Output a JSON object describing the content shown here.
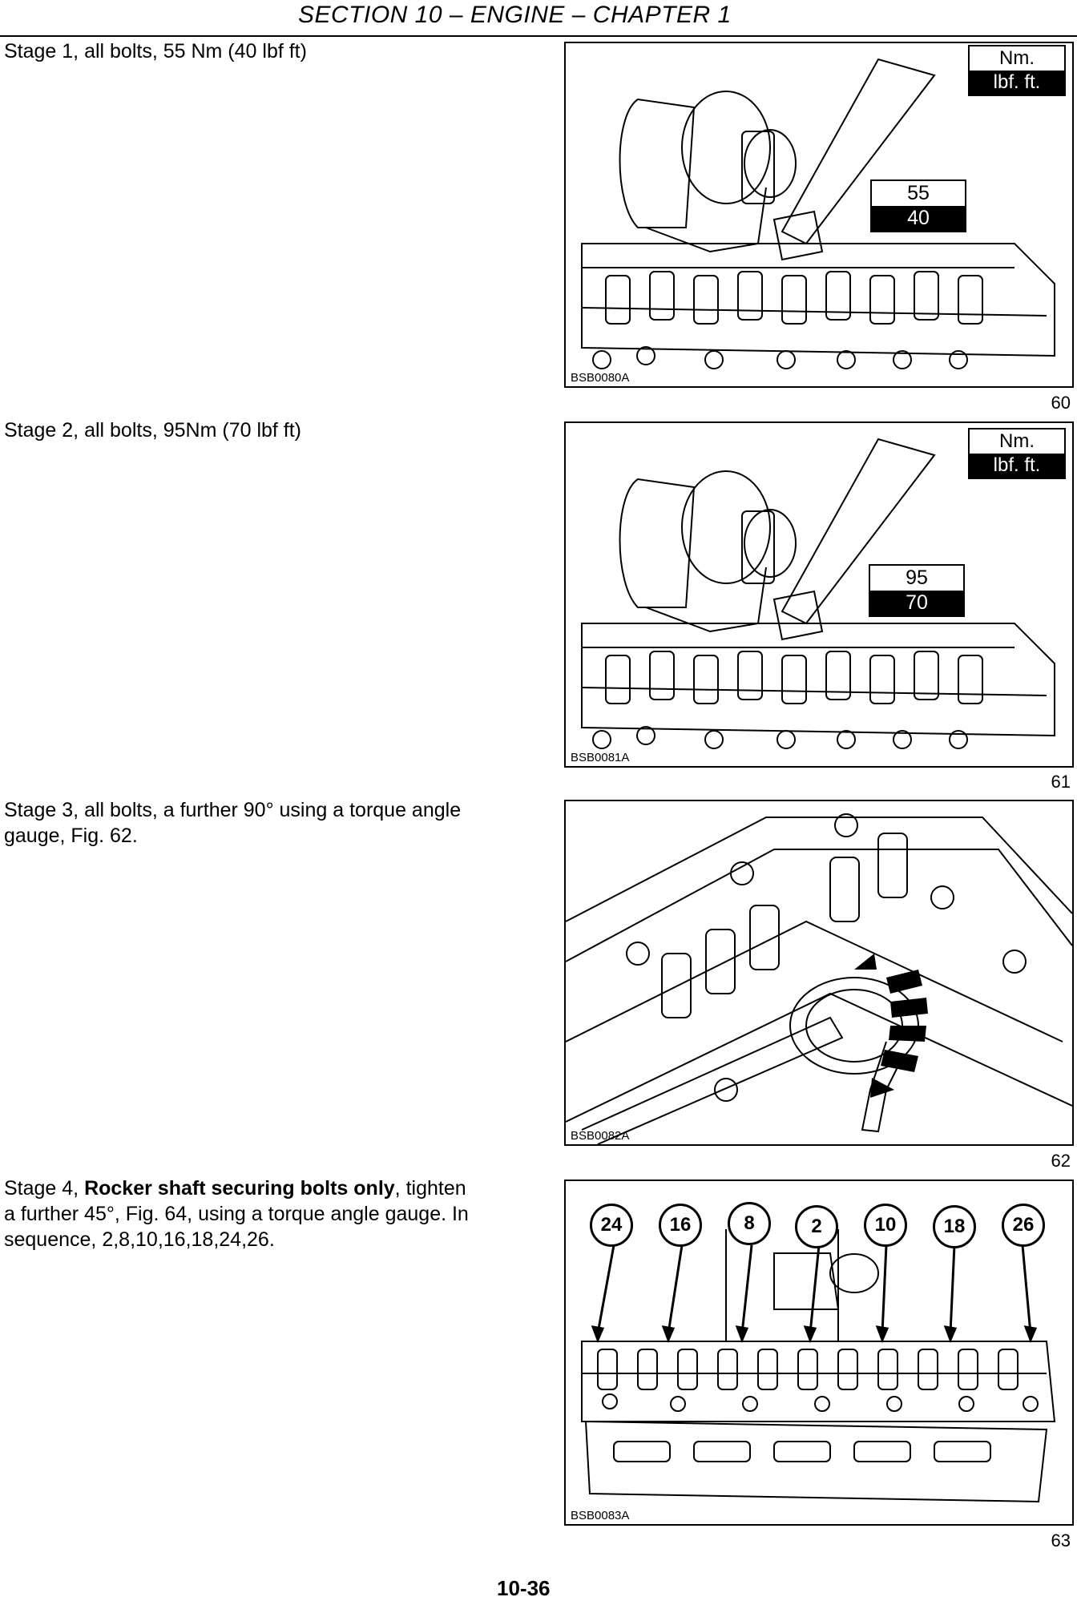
{
  "header": {
    "title": "SECTION 10 – ENGINE  – CHAPTER 1"
  },
  "stages": [
    {
      "text": "Stage 1, all bolts, 55 Nm  (40 lbf ft)"
    },
    {
      "text": "Stage 2, all bolts, 95Nm (70 lbf ft)"
    },
    {
      "text_line1": "Stage 3,  all bolts, a further 90° using a torque angle",
      "text_line2": "gauge, Fig.  62."
    },
    {
      "prefix": "Stage 4, ",
      "bold": "Rocker shaft securing bolts only",
      "suffix": ", tighten",
      "line2": "a further 45°, Fig. 64, using a torque angle gauge. In",
      "line3": "sequence, 2,8,10,16,18,24,26."
    }
  ],
  "figures": [
    {
      "code": "BSB0080A",
      "number": "60",
      "units": {
        "top": "Nm.",
        "bottom": "lbf. ft."
      },
      "torque": {
        "nm": "55",
        "lbf": "40"
      }
    },
    {
      "code": "BSB0081A",
      "number": "61",
      "units": {
        "top": "Nm.",
        "bottom": "lbf. ft."
      },
      "torque": {
        "nm": "95",
        "lbf": "70"
      }
    },
    {
      "code": "BSB0082A",
      "number": "62"
    },
    {
      "code": "BSB0083A",
      "number": "63",
      "sequence": [
        "24",
        "16",
        "8",
        "2",
        "10",
        "18",
        "26"
      ]
    }
  ],
  "footer": {
    "page_number": "10-36"
  }
}
